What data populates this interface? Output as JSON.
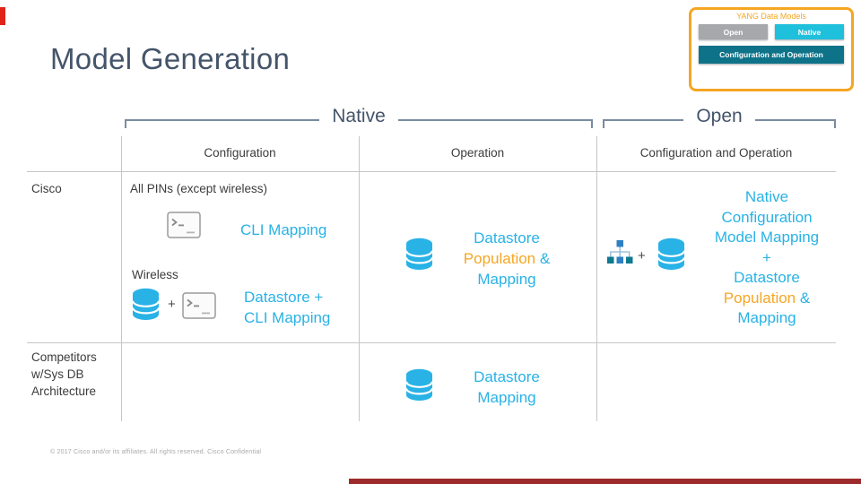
{
  "slide": {
    "title": "Model Generation",
    "footer": "© 2017  Cisco and/or its affiliates. All rights reserved.   Cisco Confidential"
  },
  "legend": {
    "title": "YANG Data Models",
    "open_button": "Open",
    "native_button": "Native",
    "config_op_button": "Configuration and Operation"
  },
  "table": {
    "group_native": "Native",
    "group_open": "Open",
    "columns": [
      "Configuration",
      "Operation",
      "Configuration and Operation"
    ],
    "cisco": {
      "row_label": "Cisco",
      "config": {
        "all_pins": "All PINs (except wireless)",
        "cli_mapping": "CLI Mapping",
        "wireless": "Wireless",
        "plus": "+",
        "datastore_plus": "Datastore +",
        "cli_mapping_2": "CLI Mapping"
      },
      "operation": {
        "datastore": "Datastore",
        "population": "Population",
        "amp": " &",
        "mapping": "Mapping"
      },
      "config_op": {
        "plus_between_icons": "+",
        "native": "Native",
        "configuration": "Configuration",
        "model_mapping": "Model Mapping",
        "plus": "+",
        "datastore": "Datastore",
        "population": "Population",
        "amp": " &",
        "mapping": "Mapping"
      }
    },
    "competitors": {
      "row_label_1": "Competitors",
      "row_label_2": "w/Sys DB",
      "row_label_3": "Architecture",
      "operation": {
        "datastore": "Datastore",
        "mapping": "Mapping"
      }
    }
  },
  "colors": {
    "cyan": "#29b2e6",
    "orange": "#f5a623",
    "heading": "#44546a",
    "text_dark": "#3c3c3c",
    "red_accent": "#e2231a",
    "bottom_bar": "#9d2b2b",
    "native_btn": "#1fc0dc",
    "teal_btn": "#0e7389",
    "gray_btn": "#a6a8ab",
    "line_blue": "#7a8ba0",
    "grid_line": "#c6c6c6",
    "footer_gray": "#a9a9a9"
  }
}
